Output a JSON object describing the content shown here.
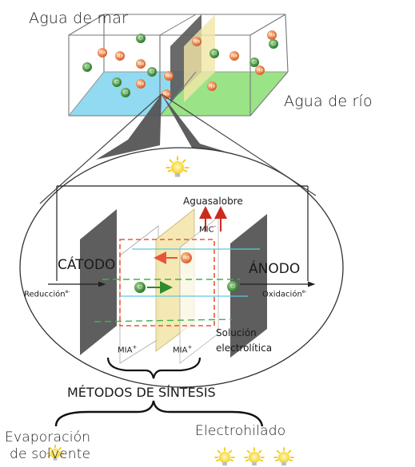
{
  "labels": {
    "seawater": "Agua de mar",
    "riverwater": "Agua de río",
    "brackish": "Aguasalobre",
    "mic": "MIC",
    "mic_sup": "-",
    "cathode": "CÁTODO",
    "anode": "ÁNODO",
    "reduction": "Reducción",
    "reduction_sup": "e-",
    "oxidation": "Oxidación",
    "oxidation_sup": "e-",
    "electrolyte_line1": "Solución",
    "electrolyte_line2": "electrolítica",
    "mia_left": "MIA",
    "mia_left_sup": "+",
    "mia_right": "MIA",
    "mia_right_sup": "+",
    "methods_title": "MÉTODOS DE SÍNTESIS",
    "method_evaporation_line1": "Evaporación",
    "method_evaporation_line2": "de solvente",
    "method_electrospinning": "Electrohilado"
  },
  "ions": {
    "chloride": "Cl",
    "sodium": "Na"
  },
  "colors": {
    "chloride_ion": "#3f8a3a",
    "sodium_ion": "#e2783a",
    "sea_face": "#7fd3ee",
    "river_face": "#8fe07a",
    "membrane_dark": "#5a5a5a",
    "membrane_yellow": "#f3e6a8",
    "dashed_box": "#e8563a",
    "red_arrow": "#cc2a1e",
    "green_dash": "#39b54a",
    "cyan_line": "#5fc6e0"
  },
  "icons": [
    "lightbulb-icon",
    "ion-sphere-icon"
  ]
}
